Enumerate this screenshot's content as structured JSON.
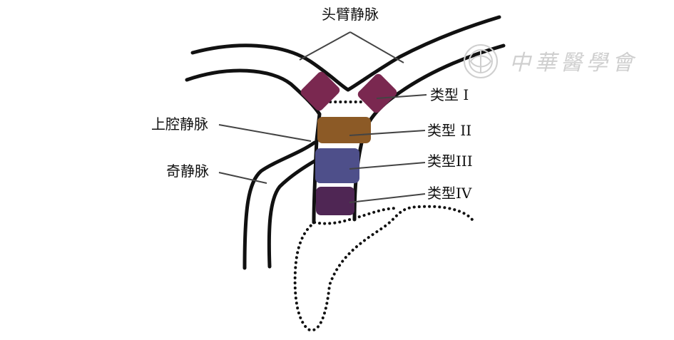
{
  "labels": {
    "brachiocephalic_vein": "头臂静脉",
    "svc": "上腔静脉",
    "azygos_vein": "奇静脉",
    "type1": "类型 I",
    "type2": "类型 II",
    "type3": "类型III",
    "type4": "类型IV"
  },
  "watermark": {
    "text": "中華醫學會"
  },
  "colors": {
    "type1": "#7a2850",
    "type2": "#8c5a26",
    "type3": "#4e4f8a",
    "type4": "#4f2654",
    "line": "#111111",
    "pointer": "#444444"
  }
}
